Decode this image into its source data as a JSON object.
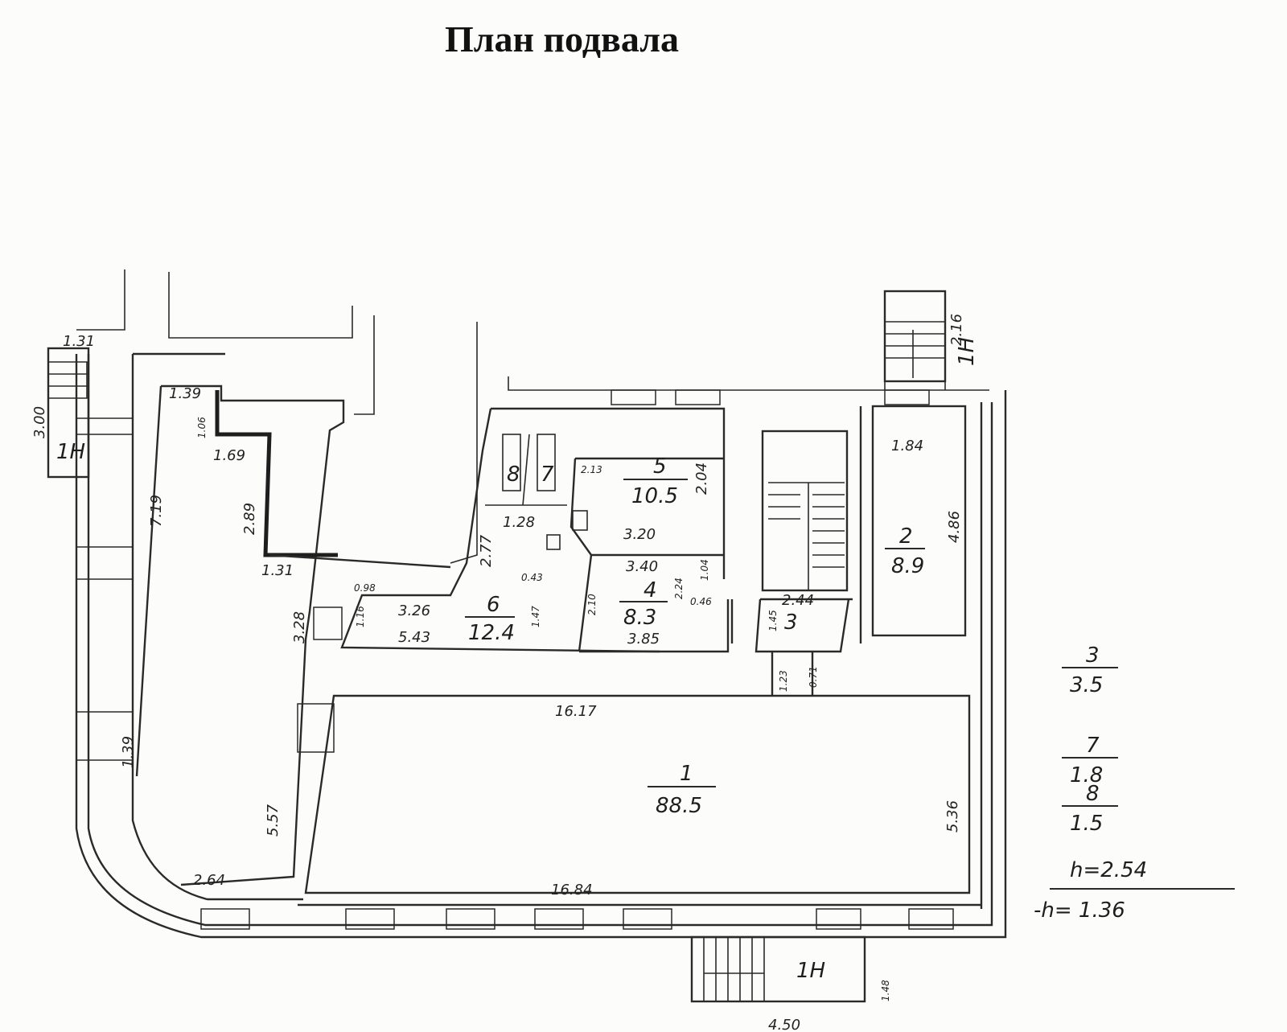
{
  "title": "План подвала",
  "rooms": [
    {
      "number": "1",
      "area": "88.5"
    },
    {
      "number": "2",
      "area": "8.9"
    },
    {
      "number": "3",
      "area": ""
    },
    {
      "number": "4",
      "area": "8.3"
    },
    {
      "number": "5",
      "area": "10.5"
    },
    {
      "number": "6",
      "area": "12.4"
    },
    {
      "number": "7",
      "area": ""
    },
    {
      "number": "8",
      "area": ""
    }
  ],
  "stairs_label": "1Н",
  "dimensions": {
    "d_131_top": "1.31",
    "d_300": "3.00",
    "d_139_top": "1.39",
    "d_106": "1.06",
    "d_169": "1.69",
    "d_289": "2.89",
    "d_131_mid": "1.31",
    "d_719": "7.19",
    "d_328": "3.28",
    "d_139_left": "1.39",
    "d_557": "5.57",
    "d_264": "2.64",
    "d_098": "0.98",
    "d_116": "1.16",
    "d_326": "3.26",
    "d_543": "5.43",
    "d_277": "2.77",
    "d_128": "1.28",
    "d_147": "1.47",
    "d_043": "0.43",
    "d_213": "2.13",
    "d_204": "2.04",
    "d_320": "3.20",
    "d_340": "3.40",
    "d_210": "2.10",
    "d_224": "2.24",
    "d_104": "1.04",
    "d_046": "0.46",
    "d_385": "3.85",
    "d_244": "2.44",
    "d_145": "1.45",
    "d_123": "1.23",
    "d_071": "0.71",
    "d_184": "1.84",
    "d_486": "4.86",
    "d_216": "2.16",
    "d_1617": "16.17",
    "d_1684": "16.84",
    "d_536": "5.36",
    "d_450": "4.50",
    "d_148": "1.48"
  },
  "legend": {
    "items": [
      {
        "number": "3",
        "area": "3.5"
      },
      {
        "number": "7",
        "area": "1.8"
      },
      {
        "number": "8",
        "area": "1.5"
      }
    ],
    "height_plus": "h=2.54",
    "height_minus": "-h= 1.36"
  }
}
